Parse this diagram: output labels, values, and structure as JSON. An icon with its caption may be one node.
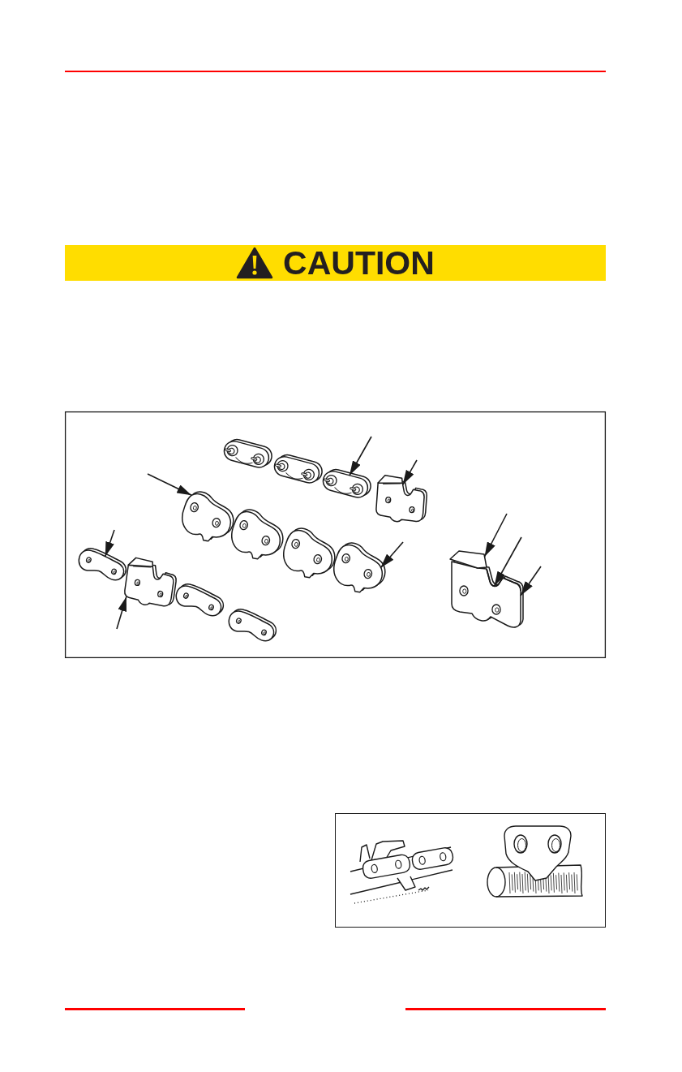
{
  "diagram": {
    "nodes": [
      {
        "text": [
          "CAUTION"
        ]
      },
      {
        "text": [],
        "shape": "picture"
      },
      {
        "text": [],
        "shape": "picture"
      },
      {
        "text": [],
        "shape": "picture"
      },
      {
        "text": [],
        "shape": "picture"
      },
      {
        "text": [],
        "shape": "picture"
      },
      {
        "text": [],
        "shape": "picture"
      },
      {
        "text": [],
        "shape": "picture"
      },
      {
        "text": [],
        "shape": "picture"
      },
      {
        "text": [],
        "shape": "picture"
      },
      {
        "text": [],
        "shape": "picture"
      },
      {
        "text": [],
        "shape": "picture"
      },
      {
        "text": [],
        "shape": "picture"
      },
      {
        "text": [],
        "shape": "picture"
      },
      {
        "text": [],
        "shape": "picture"
      },
      {
        "text": [],
        "shape": "picture",
        "in": 13
      }
    ],
    "edges": [
      {
        "from": null,
        "to": 3,
        "arrow": "to"
      },
      {
        "from": null,
        "to": 4,
        "arrow": "to"
      },
      {
        "from": null,
        "to": 5,
        "arrow": "to"
      },
      {
        "from": null,
        "to": 8,
        "arrow": "to"
      },
      {
        "from": null,
        "to": 9,
        "arrow": "to"
      },
      {
        "from": null,
        "to": 10,
        "arrow": "to"
      },
      {
        "from": null,
        "to": 14,
        "arrow": "to"
      },
      {
        "from": null,
        "to": 15,
        "arrow": "to"
      },
      {
        "from": null,
        "to": 13,
        "arrow": "to"
      }
    ]
  }
}
